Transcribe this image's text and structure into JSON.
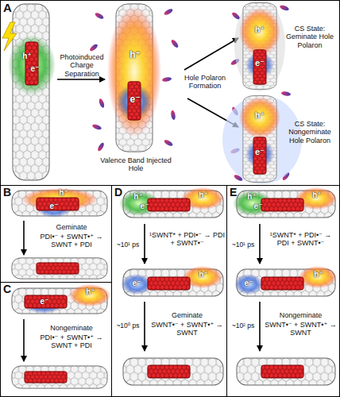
{
  "diagram": {
    "nodes": [
      {
        "text": [
          "A",
          "h⁺",
          "e⁻",
          "Photoinduced Charge Separation",
          "h⁺",
          "e⁻",
          "Valence Band Injected Hole",
          "Hole Polaron Formation",
          "h⁺",
          "e⁻",
          "CS State: Geminate Hole Polaron",
          "h⁺",
          "e⁻",
          "CS State: Nongeminate Hole Polaron"
        ]
      },
      {
        "text": [
          "B",
          "h⁺",
          "e⁻",
          "Geminate",
          "PDI•⁻ + SWNT•⁺ → SWNT + PDI"
        ]
      },
      {
        "text": [
          "C",
          "h⁺",
          "e⁻",
          "Nongeminate",
          "PDI•⁻ + SWNT•⁺ → SWNT + PDI"
        ]
      },
      {
        "text": [
          "D",
          "h⁺",
          "e⁻",
          "h⁺",
          "~10¹ ps",
          "¹SWNT* + PDI•⁻ → PDI + SWNT•⁻",
          "e⁻",
          "h⁺",
          "~10⁰ ps",
          "Geminate",
          "SWNT•⁻ + SWNT•⁺ → SWNT"
        ]
      },
      {
        "text": [
          "E",
          "h⁺",
          "e⁻",
          "h⁺",
          "~10¹ ps",
          "¹SWNT* + PDI•⁻ → PDI + SWNT•⁻",
          "e⁻",
          "h⁺",
          "~10² ps",
          "Nongeminate",
          "SWNT•⁻ + SWNT•⁺ → SWNT"
        ]
      }
    ]
  }
}
